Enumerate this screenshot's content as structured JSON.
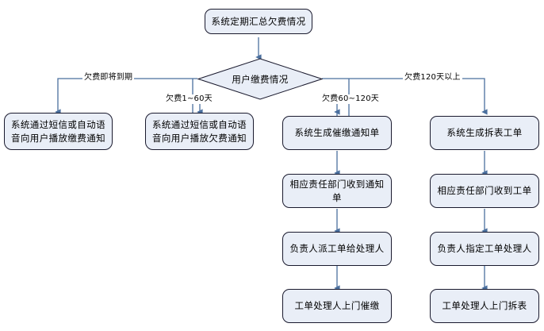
{
  "diagram": {
    "title": "系统定期汇总欠费情况",
    "decision": "用户缴费情况",
    "branch_labels": {
      "overdue_soon": "欠费即将到期",
      "days_1_60": "欠费1~60天",
      "days_60_120": "欠费60~120天",
      "days_over_120": "欠费120天以上"
    },
    "colors": {
      "node_fill": "#e9eef7",
      "node_border": "#1a1a2e",
      "connector": "#4a6f9e",
      "background": "#ffffff"
    },
    "columns": [
      {
        "key": "overdue_soon",
        "nodes": [
          "系统通过短信或自动语音向用户播放缴费通知"
        ]
      },
      {
        "key": "days_1_60",
        "nodes": [
          "系统通过短信或自动语音向用户播放欠费通知"
        ]
      },
      {
        "key": "days_60_120",
        "nodes": [
          "系统生成催缴通知单",
          "相应责任部门收到通知单",
          "负责人派工单给处理人",
          "工单处理人上门催缴"
        ]
      },
      {
        "key": "days_over_120",
        "nodes": [
          "系统生成拆表工单",
          "相应责任部门收到工单",
          "负责人指定工单处理人",
          "工单处理人上门拆表"
        ]
      }
    ]
  }
}
